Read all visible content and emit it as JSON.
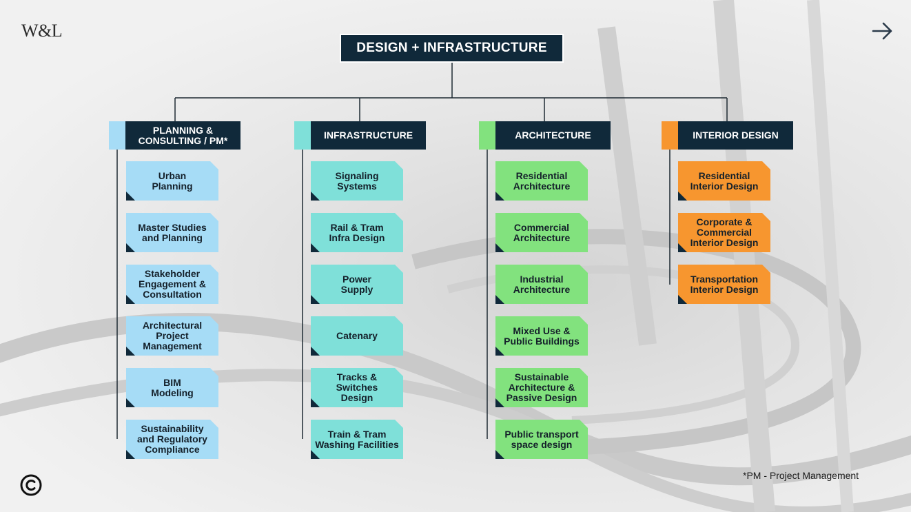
{
  "brand": {
    "logo": "W&L"
  },
  "nav": {
    "next_icon": "arrow-right-icon"
  },
  "title": "DESIGN + INFRASTRUCTURE",
  "colors": {
    "navy": "#10293a",
    "planning": "#a6dcf6",
    "infrastructure": "#7fe0d9",
    "architecture": "#82e27e",
    "interior": "#f7962f"
  },
  "columns": [
    {
      "id": "planning",
      "label": "PLANNING &\nCONSULTING / PM*",
      "color": "#a6dcf6",
      "items": [
        "Urban\nPlanning",
        "Master Studies\nand Planning",
        "Stakeholder\nEngagement &\nConsultation",
        "Architectural\nProject\nManagement",
        "BIM\nModeling",
        "Sustainability\nand Regulatory\nCompliance"
      ]
    },
    {
      "id": "infrastructure",
      "label": "INFRASTRUCTURE",
      "color": "#7fe0d9",
      "items": [
        "Signaling\nSystems",
        "Rail & Tram\nInfra Design",
        "Power\nSupply",
        "Catenary",
        "Tracks &\nSwitches\nDesign",
        "Train & Tram\nWashing Facilities"
      ]
    },
    {
      "id": "architecture",
      "label": "ARCHITECTURE",
      "color": "#82e27e",
      "items": [
        "Residential\nArchitecture",
        "Commercial\nArchitecture",
        "Industrial\nArchitecture",
        "Mixed Use &\nPublic Buildings",
        "Sustainable\nArchitecture &\nPassive Design",
        "Public transport\nspace design"
      ]
    },
    {
      "id": "interior",
      "label": "INTERIOR DESIGN",
      "color": "#f7962f",
      "items": [
        "Residential\nInterior Design",
        "Corporate &\nCommercial\nInterior Design",
        "Transportation\nInterior Design"
      ]
    }
  ],
  "footnote": "*PM - Project Management",
  "copyright_icon": "copyright-icon"
}
